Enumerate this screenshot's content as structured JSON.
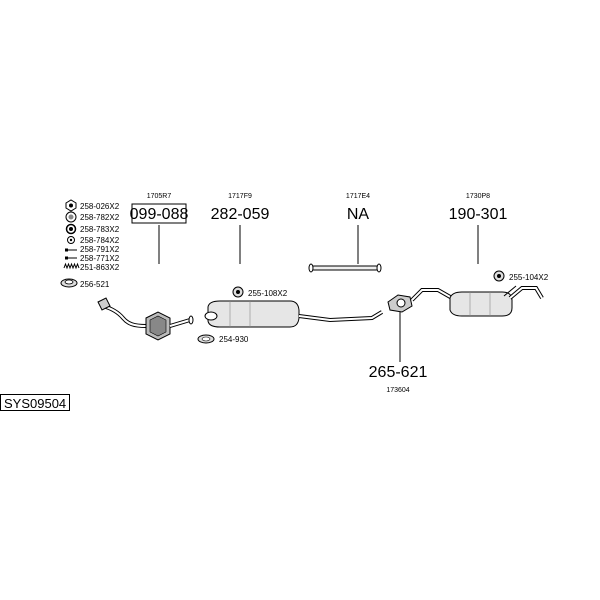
{
  "system_code": "SYS09504",
  "accessories": [
    {
      "code": "258-026X2",
      "icon": "hex-nut-icon"
    },
    {
      "code": "258-782X2",
      "icon": "flange-nut-icon"
    },
    {
      "code": "258-783X2",
      "icon": "washer-icon"
    },
    {
      "code": "258-784X2",
      "icon": "small-washer-icon"
    },
    {
      "code": "258-791X2",
      "icon": "bolt-icon"
    },
    {
      "code": "258-771X2",
      "icon": "bolt-icon"
    },
    {
      "code": "251-863X2",
      "icon": "spring-icon"
    },
    {
      "code": "256-521",
      "icon": "gasket-icon"
    }
  ],
  "parts": [
    {
      "ref": "1705R7",
      "number": "099-088",
      "boxed": true
    },
    {
      "ref": "1717F9",
      "number": "282-059",
      "boxed": false
    },
    {
      "ref": "1717E4",
      "number": "NA",
      "boxed": false
    },
    {
      "ref": "1730P8",
      "number": "190-301",
      "boxed": false
    }
  ],
  "bottom_part": {
    "number": "265-621",
    "ref": "173604"
  },
  "fittings": [
    {
      "code": "255-108X2",
      "icon": "rubber-hanger-icon"
    },
    {
      "code": "254-930",
      "icon": "clamp-icon"
    },
    {
      "code": "255-104X2",
      "icon": "rubber-hanger-icon"
    }
  ]
}
